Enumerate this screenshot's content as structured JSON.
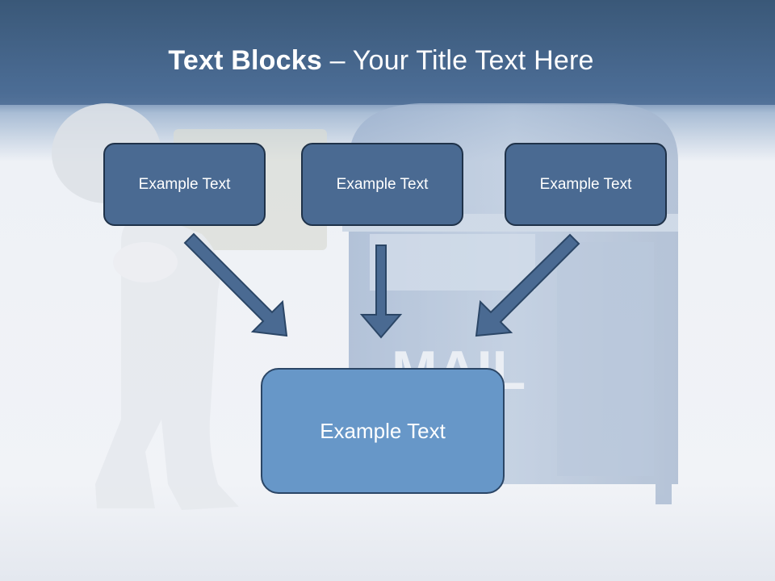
{
  "slide": {
    "title_bold": "Text Blocks",
    "title_dash": " – ",
    "title_rest": "Your Title Text Here",
    "background_text": "MAIL",
    "blocks": [
      {
        "label": "Example Text"
      },
      {
        "label": "Example Text"
      },
      {
        "label": "Example Text"
      }
    ],
    "main_block": {
      "label": "Example Text"
    }
  },
  "colors": {
    "header": "#3b5a80",
    "block_fill": "#4a6a92",
    "main_block_fill": "#6797c8",
    "arrow_fill": "#4a6a92",
    "arrow_stroke": "#2b4666"
  }
}
